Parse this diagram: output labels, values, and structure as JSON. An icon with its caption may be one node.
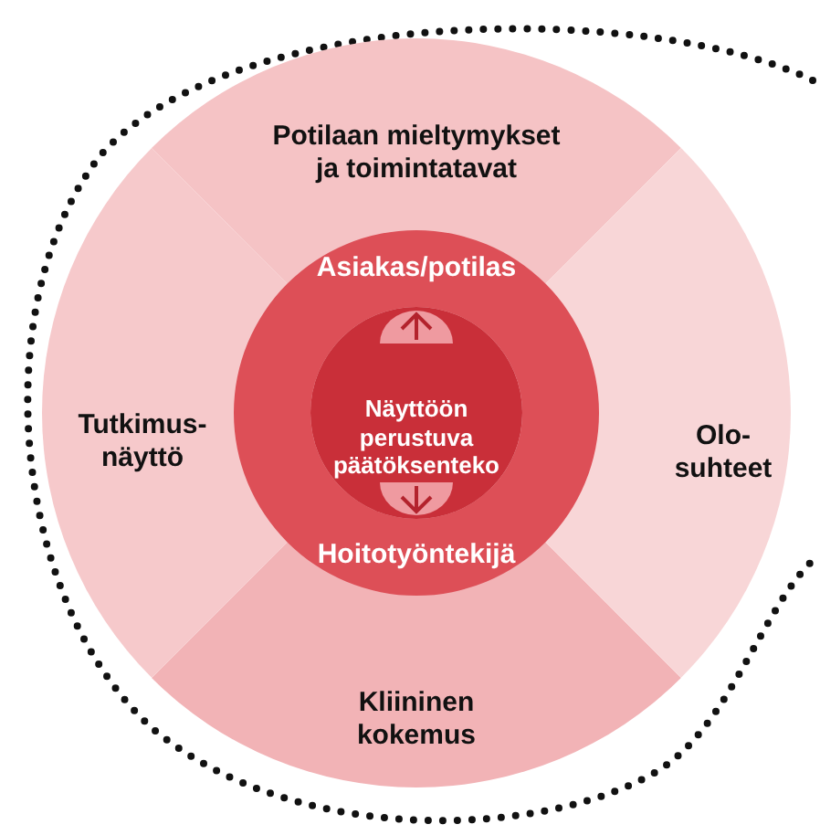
{
  "diagram": {
    "nodes": [
      {
        "text": [
          "Potilaan mieltymykset ja toimintatavat"
        ]
      },
      {
        "text": [
          "Olo- suhteet"
        ]
      },
      {
        "text": [
          "Kliininen kokemus"
        ]
      },
      {
        "text": [
          "Tutkimus- näyttö"
        ]
      },
      {
        "text": [
          "Asiakas/potilas",
          "Hoitotyöntekijä"
        ]
      },
      {
        "text": [
          "Näyttöön perustuva päätöksenteko"
        ],
        "in": 4
      }
    ],
    "edges": []
  }
}
